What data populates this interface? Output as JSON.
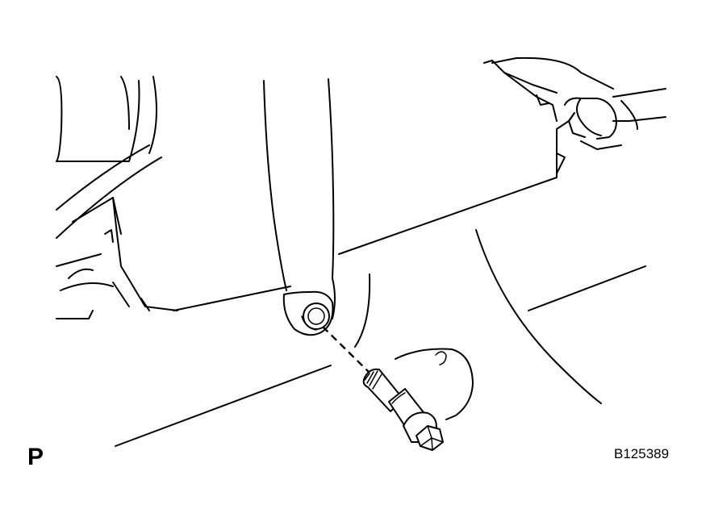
{
  "figure": {
    "view_label": "P",
    "illustration_id": "B125389"
  },
  "icons": {
    "bolt": "bolt-icon",
    "bracket": "steering-column-bracket",
    "bolt_hole": "bolt-hole-icon"
  }
}
